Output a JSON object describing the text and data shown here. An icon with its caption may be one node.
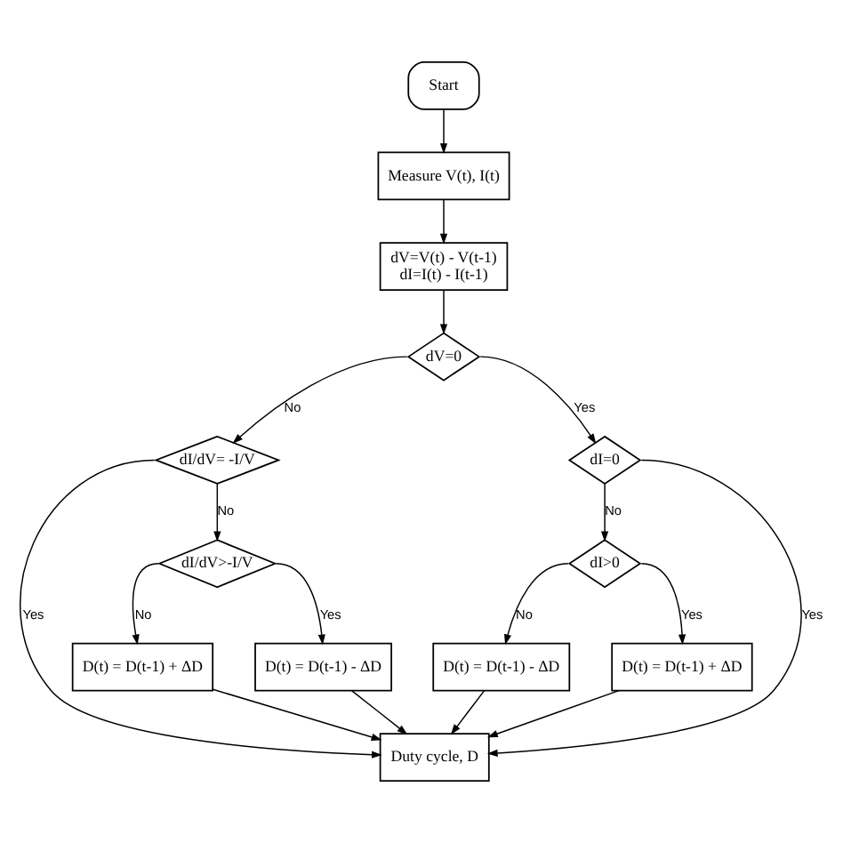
{
  "diagram": {
    "nodes": [
      {
        "text": [
          "Start"
        ]
      },
      {
        "text": [
          "Measure V(t), I(t)"
        ]
      },
      {
        "text": [
          "dV=V(t) - V(t-1)",
          "dI=I(t) - I(t-1)"
        ]
      },
      {
        "text": [
          "dV=0"
        ]
      },
      {
        "text": [
          "dI/dV= -I/V"
        ]
      },
      {
        "text": [
          "dI=0"
        ]
      },
      {
        "text": [
          "dI/dV>-I/V"
        ]
      },
      {
        "text": [
          "dI>0"
        ]
      },
      {
        "text": [
          "D(t) = D(t-1) + ΔD"
        ]
      },
      {
        "text": [
          "D(t) = D(t-1) - ΔD"
        ]
      },
      {
        "text": [
          "D(t) = D(t-1) - ΔD"
        ]
      },
      {
        "text": [
          "D(t) = D(t-1) + ΔD"
        ]
      },
      {
        "text": [
          "Duty cycle, D"
        ]
      }
    ],
    "edges": [
      {
        "from": 0,
        "to": 1,
        "arrow": "to"
      },
      {
        "from": 1,
        "to": 2,
        "arrow": "to"
      },
      {
        "from": 2,
        "to": 3,
        "arrow": "to"
      },
      {
        "from": 3,
        "to": 4,
        "arrow": "to",
        "label": "No"
      },
      {
        "from": 3,
        "to": 5,
        "arrow": "to",
        "label": "Yes"
      },
      {
        "from": 4,
        "to": 12,
        "arrow": "to",
        "label": "Yes"
      },
      {
        "from": 4,
        "to": 6,
        "arrow": "to",
        "label": "No"
      },
      {
        "from": 5,
        "to": 7,
        "arrow": "to",
        "label": "No"
      },
      {
        "from": 5,
        "to": 12,
        "arrow": "to",
        "label": "Yes"
      },
      {
        "from": 6,
        "to": 8,
        "arrow": "to",
        "label": "No"
      },
      {
        "from": 6,
        "to": 9,
        "arrow": "to",
        "label": "Yes"
      },
      {
        "from": 7,
        "to": 10,
        "arrow": "to",
        "label": "No"
      },
      {
        "from": 7,
        "to": 11,
        "arrow": "to",
        "label": "Yes"
      },
      {
        "from": 8,
        "to": 12,
        "arrow": "to"
      },
      {
        "from": 9,
        "to": 12,
        "arrow": "to"
      },
      {
        "from": 10,
        "to": 12,
        "arrow": "to"
      },
      {
        "from": 11,
        "to": 12,
        "arrow": "to"
      }
    ]
  }
}
